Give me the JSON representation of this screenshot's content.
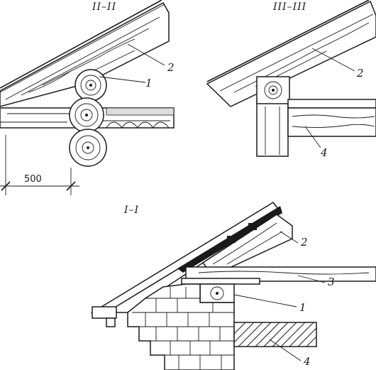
{
  "sections": {
    "s2": {
      "title": "II–II",
      "labels": [
        "2",
        "1"
      ],
      "dimension": "500"
    },
    "s3": {
      "title": "III–III",
      "labels": [
        "2",
        "4"
      ]
    },
    "s1": {
      "title": "I–I",
      "labels": [
        "2",
        "3",
        "1",
        "4"
      ]
    }
  },
  "colors": {
    "ink": "#1a1a1a",
    "paper": "#ffffff"
  }
}
